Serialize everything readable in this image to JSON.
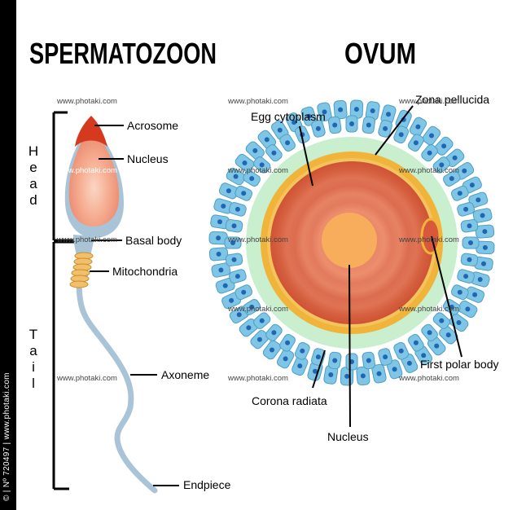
{
  "titles": {
    "sperm": "SPERMATOZOON",
    "ovum": "OVUM"
  },
  "sperm_labels": {
    "acrosome": "Acrosome",
    "nucleus": "Nucleus",
    "basal_body": "Basal body",
    "mitochondria": "Mitochondria",
    "axoneme": "Axoneme",
    "endpiece": "Endpiece"
  },
  "bracket_labels": {
    "head": [
      "H",
      "e",
      "a",
      "d"
    ],
    "tail": [
      "T",
      "a",
      "i",
      "l"
    ]
  },
  "ovum_labels": {
    "egg_cytoplasm": "Egg cytoplasm",
    "zona_pellucida": "Zona pellucida",
    "first_polar_body": "First polar body",
    "corona_radiata": "Corona radiata",
    "nucleus": "Nucleus"
  },
  "watermark": "www.photaki.com",
  "sidebar_text": "© | Nº 720497 | www.photaki.com",
  "colors": {
    "acrosome": "#d63a1e",
    "sperm_head": "#f2a48a",
    "sperm_body": "#a9c4d6",
    "mitochondria": "#f2c06a",
    "corona_cell": "#7fc6e6",
    "corona_nucleus": "#1f66b3",
    "zona": "#c9efcf",
    "egg_ring": "#f0b43a",
    "egg_cytoplasm": "#d8583c",
    "egg_nucleus": "#f7ad5c"
  }
}
